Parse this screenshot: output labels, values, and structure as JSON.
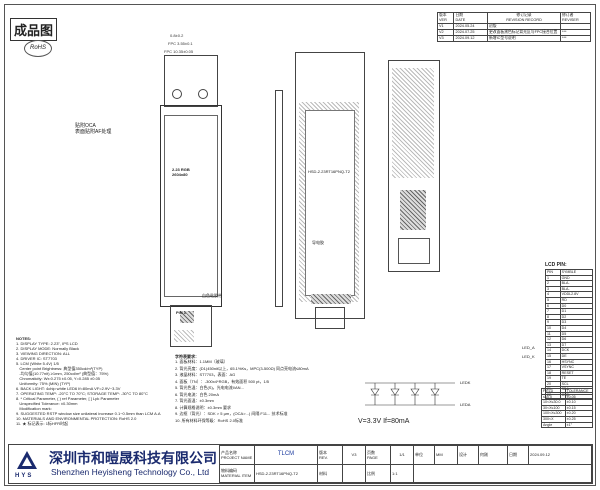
{
  "header": {
    "stamp": "成品图",
    "rohs": "RoHS"
  },
  "revision": {
    "title_cn": "修订记录",
    "title_en": "REVISION RECORD",
    "cols": [
      "版本",
      "日期",
      "修订记录",
      "修订者"
    ],
    "cols_en": [
      "VER",
      "DATE",
      "REVISION RECORD",
      "REVISER"
    ],
    "rows": [
      {
        "ver": "V1",
        "date": "2024.05.24",
        "desc": "初版",
        "by": ""
      },
      {
        "ver": "V2",
        "date": "2024.07.25",
        "desc": "更改面板黑色标记背光区与FPC接合位置",
        "by": "***"
      },
      {
        "ver": "V3",
        "date": "2024.09.12",
        "desc": "新增IC型号说明",
        "by": "***"
      }
    ]
  },
  "drawing": {
    "front_label": "2.23 RGB\n2604x80",
    "dims_top": [
      "0.8±0.2",
      "FPC 3.55±0.1",
      "FPC 10.35±0.05"
    ],
    "product_text": "HSD-2.23RT16PNQ-T2",
    "note_oca": "贴附OCA\n表面贴附AF处理",
    "note_tape": "白色粘胶带高度",
    "note_tape2": "白色粘胶带",
    "pin_label": "PIN 1",
    "cu_label": "导电胶",
    "pin1": "PIN 1"
  },
  "pins": {
    "title": "LCD PIN:",
    "cols": [
      "PIN",
      "SYMBLE"
    ],
    "rows": [
      [
        "1",
        "GND"
      ],
      [
        "2",
        "BLA-"
      ],
      [
        "3",
        "BLA-"
      ],
      [
        "4",
        "VDDL2.8V"
      ],
      [
        "5",
        "RD"
      ],
      [
        "6",
        "D0"
      ],
      [
        "7",
        "D1"
      ],
      [
        "8",
        "D2"
      ],
      [
        "9",
        "D3"
      ],
      [
        "10",
        "D4"
      ],
      [
        "11",
        "D5"
      ],
      [
        "12",
        "D6"
      ],
      [
        "13",
        "D7"
      ],
      [
        "14",
        "DCK"
      ],
      [
        "15",
        "DE"
      ],
      [
        "16",
        "HSYNC"
      ],
      [
        "17",
        "VSYNC"
      ],
      [
        "18",
        "RESET"
      ],
      [
        "19",
        "TE"
      ],
      [
        "20",
        "SCL"
      ],
      [
        "21",
        "SDA"
      ],
      [
        "22",
        "CSB"
      ]
    ]
  },
  "led": {
    "ledk": "LEDK",
    "leda": "LEDA",
    "spec": "V=3.3V  If=80mA",
    "led_a": "LED_A",
    "led_k": "LED_K"
  },
  "notes": {
    "title": "NOTES:",
    "lines": [
      "1. DISPLAY TYPE: 2.23\", IPS LCD",
      "2. DISPLAY MODE: Normally Black",
      "3. VIEWING DIRECTION: ALL",
      "4. DRIVER IC: ST7703",
      "5. LCM (White 5.4V) 1/5",
      "   Center point Brightness: 典型值350cd/m²(TYP)",
      "   -均匀值(10.77nit) ≥1mm, 250cd/m² (典型值：75%)",
      "   Chromaticity: Wx:0.275 ±0.05, Y=0.285 ±0.05",
      "   Uniformity: 75% (MIN) (TYP)",
      "6. BACK LIGHT: 4chip white LED6 If=80mA VF=2.9V~3.3V",
      "7. OPERATING TEMP: -20°C TO 70°C; STORAGE TEMP: -30°C TO 80°C",
      "8. * Critical Parameter, ( ) ref Parameter, [ ] Lpk Parameter",
      "   Unspecified Tolerance: ±0.30mm",
      "   Modification mark:",
      "9. SUGGESTED RSTP window size unilateral increase 0.1~0.5mm than LCM A.A",
      "10. MATERIALS AND ENVIRONMENTAL PROTECTION: RoHS 2.0",
      "11. ★ 标记表示: 1标HFR时起"
    ]
  },
  "specs": {
    "title": "字符表要求：",
    "lines": [
      "1. 面板材料：1.1MM（玻璃）",
      "2. 背光亮度：(D1)450nit以上，65.1%Ks，MPC(3-500Ω) 同点亮电流≤80mA",
      "3. 液晶材料：ST7703，表面：AG",
      "4. 面板（TN）：-300x4*RGB，有效面积 500 pt，1/5",
      "5. 背光色温：白色(S)，光电电流I/AN...",
      "6. 背光电流：白色 20mA",
      "7. 背光面温：±0.3mm",
      "8. 计算规格说明：±0.3mm 要求",
      "9. 边框（背光）：SDK > 5 µm，(OCA>...) 间隔 F11... 技术标准",
      "10. 所有材料环保等级：RoHS 2.0标准"
    ]
  },
  "titleblock": {
    "company_cn": "深圳市和暟晟科技有限公司",
    "company_en": "Shenzhen Heyisheng Technology Co., Ltd",
    "hys": "HYS",
    "project_label": "产品名称",
    "project_label_en": "PROJECT NAME",
    "project": "TLCM",
    "ver_label": "版本",
    "ver_label_en": "REV.",
    "ver": "V3",
    "page_label": "页数",
    "page_label_en": "PAGE",
    "page": "1/1",
    "unit_label": "单位",
    "unit": "MM",
    "scale_label": "比例",
    "scale": "1:1",
    "material_label": "物料编码",
    "material_label_en": "MATERIAL ITEM",
    "material": "HSD-2.23RT16PNQ-T2",
    "matl_label": "材料",
    "matl": "",
    "design_label": "设计",
    "design": "何刚",
    "date_label": "日期",
    "date": "2024.09.12"
  },
  "tolerance": {
    "title": "FIELD",
    "title_en": "TOLERANCE",
    "rows": [
      [
        "≤10.0",
        "±0.05"
      ],
      [
        "10<X≤30.0",
        "±0.10"
      ],
      [
        "30<X≤100",
        "±0.15"
      ],
      [
        "100<X≤300",
        "±0.20"
      ],
      [
        "300<X",
        "±0.25"
      ],
      [
        "Angle",
        "±1°"
      ]
    ]
  }
}
